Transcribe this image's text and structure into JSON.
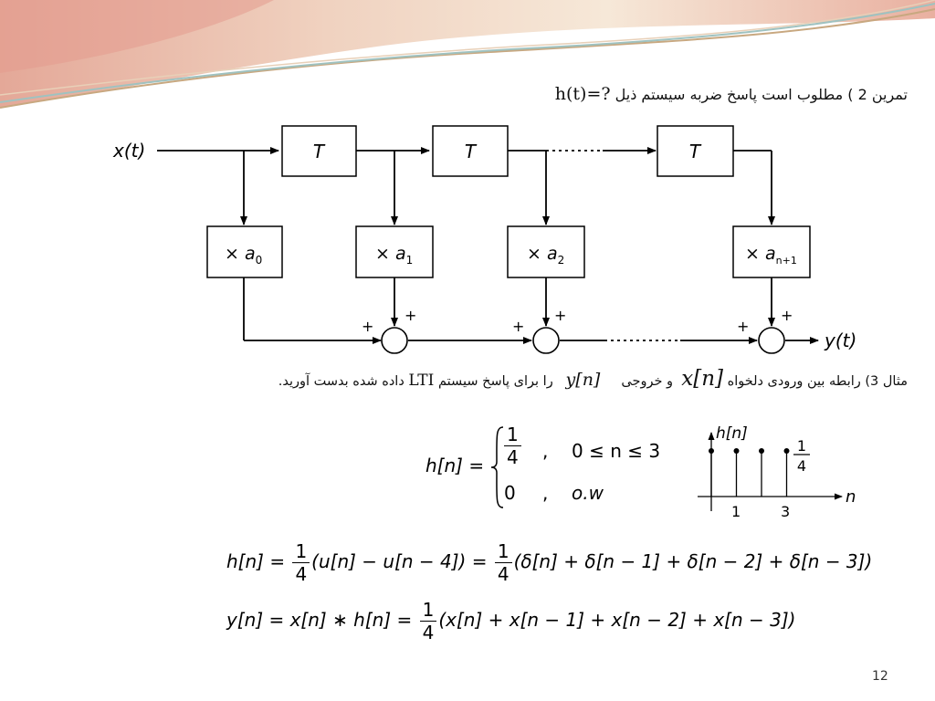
{
  "slide": {
    "page_number": "12",
    "banner_colors": [
      "#e8bfa8",
      "#d9c6a0",
      "#a9c9c6",
      "#f3e3d9"
    ]
  },
  "exercise2": {
    "text_before": "تمرین 2 ) مطلوب است پاسخ ضربه سیستم ذیل ",
    "question": "h(t)=?"
  },
  "block_diagram": {
    "input_label": "x(t)",
    "output_label": "y(t)",
    "delay_label": "T",
    "multipliers": [
      {
        "sign": "×",
        "symbol": "a",
        "subscript": "0"
      },
      {
        "sign": "×",
        "symbol": "a",
        "subscript": "1"
      },
      {
        "sign": "×",
        "symbol": "a",
        "subscript": "2"
      },
      {
        "sign": "×",
        "symbol": "a",
        "subscript": "n+1"
      }
    ],
    "plus_sign": "+"
  },
  "example3": {
    "part1": "مثال 3) رابطه بین ورودی دلخواه",
    "input_symbol": "x[n]",
    "part2": "و خروجی",
    "output_symbol": "y[n]",
    "part3": "را برای پاسخ سیستم",
    "lti": "LTI",
    "part4": "داده شده بدست آورید."
  },
  "impulse_def": {
    "lhs": "h[n] =",
    "case1_num": "1",
    "case1_den": "4",
    "case1_cond": "0 ≤ n ≤ 3",
    "case2_val": "0",
    "case2_cond": "o.w",
    "comma": ","
  },
  "stem_plot": {
    "y_label": "h[n]",
    "x_label": "n",
    "tick1": "1",
    "tick3": "3",
    "value_num": "1",
    "value_den": "4",
    "sample_indices": [
      0,
      1,
      2,
      3
    ],
    "sample_value": 0.25
  },
  "equations": {
    "eq1_lhs": "h[n] =",
    "eq1_mid": "(u[n] − u[n − 4]) =",
    "eq1_rhs": "(δ[n] + δ[n − 1] + δ[n − 2] + δ[n − 3])",
    "eq2_lhs": "y[n] = x[n] ∗ h[n] =",
    "eq2_rhs": "(x[n] + x[n − 1] + x[n − 2] + x[n − 3])",
    "frac_num": "1",
    "frac_den": "4"
  }
}
